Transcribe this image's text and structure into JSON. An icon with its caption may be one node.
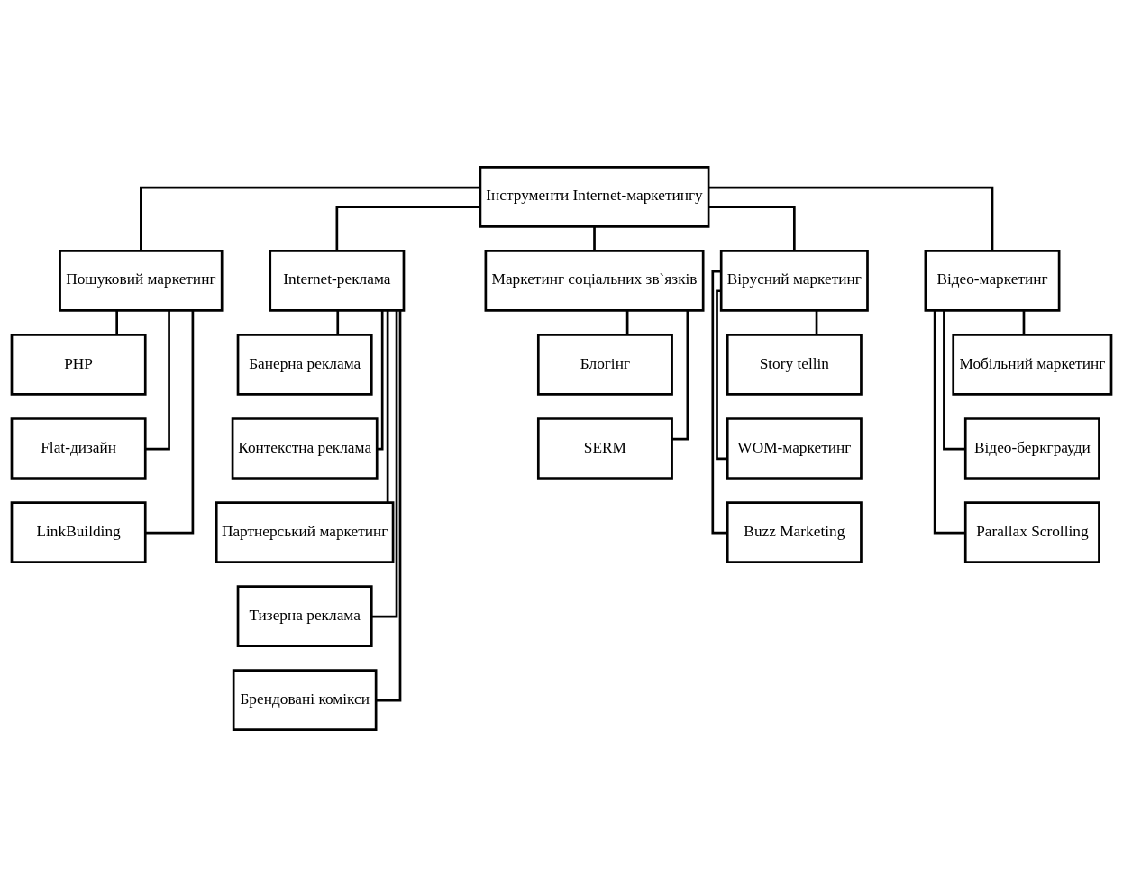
{
  "diagram": {
    "nodes": [
      {
        "text": [
          "Інструменти Internet-маркетингу"
        ]
      },
      {
        "text": [
          "Пошуковий маркетинг"
        ]
      },
      {
        "text": [
          "Internet-реклама"
        ]
      },
      {
        "text": [
          "Маркетинг соціальних зв`язків"
        ]
      },
      {
        "text": [
          "Вірусний маркетинг"
        ]
      },
      {
        "text": [
          "Відео-маркетинг"
        ]
      },
      {
        "text": [
          "PHP"
        ]
      },
      {
        "text": [
          "Flat-дизайн"
        ]
      },
      {
        "text": [
          "LinkBuilding"
        ]
      },
      {
        "text": [
          "Банерна реклама"
        ]
      },
      {
        "text": [
          "Контекстна реклама"
        ]
      },
      {
        "text": [
          "Партнерський маркетинг"
        ]
      },
      {
        "text": [
          "Тизерна реклама"
        ]
      },
      {
        "text": [
          "Брендовані комікси"
        ]
      },
      {
        "text": [
          "Блогінг"
        ]
      },
      {
        "text": [
          "SERM"
        ]
      },
      {
        "text": [
          "Story tellin"
        ]
      },
      {
        "text": [
          "WOM-маркетинг"
        ]
      },
      {
        "text": [
          "Buzz Marketing"
        ]
      },
      {
        "text": [
          "Мобільний маркетинг"
        ]
      },
      {
        "text": [
          "Відео-беркграуди"
        ]
      },
      {
        "text": [
          "Parallax Scrolling"
        ]
      }
    ],
    "edges": [
      {
        "from": 0,
        "to": 1,
        "arrow": "none"
      },
      {
        "from": 0,
        "to": 2,
        "arrow": "none"
      },
      {
        "from": 0,
        "to": 3,
        "arrow": "none"
      },
      {
        "from": 0,
        "to": 4,
        "arrow": "none"
      },
      {
        "from": 0,
        "to": 5,
        "arrow": "none"
      },
      {
        "from": 1,
        "to": 6,
        "arrow": "none"
      },
      {
        "from": 1,
        "to": 7,
        "arrow": "none"
      },
      {
        "from": 1,
        "to": 8,
        "arrow": "none"
      },
      {
        "from": 2,
        "to": 9,
        "arrow": "none"
      },
      {
        "from": 2,
        "to": 10,
        "arrow": "none"
      },
      {
        "from": 2,
        "to": 11,
        "arrow": "none"
      },
      {
        "from": 2,
        "to": 12,
        "arrow": "none"
      },
      {
        "from": 2,
        "to": 13,
        "arrow": "none"
      },
      {
        "from": 3,
        "to": 14,
        "arrow": "none"
      },
      {
        "from": 3,
        "to": 15,
        "arrow": "none"
      },
      {
        "from": 4,
        "to": 16,
        "arrow": "none"
      },
      {
        "from": 4,
        "to": 17,
        "arrow": "none"
      },
      {
        "from": 4,
        "to": 18,
        "arrow": "none"
      },
      {
        "from": 5,
        "to": 19,
        "arrow": "none"
      },
      {
        "from": 5,
        "to": 20,
        "arrow": "none"
      },
      {
        "from": 5,
        "to": 21,
        "arrow": "none"
      }
    ]
  }
}
